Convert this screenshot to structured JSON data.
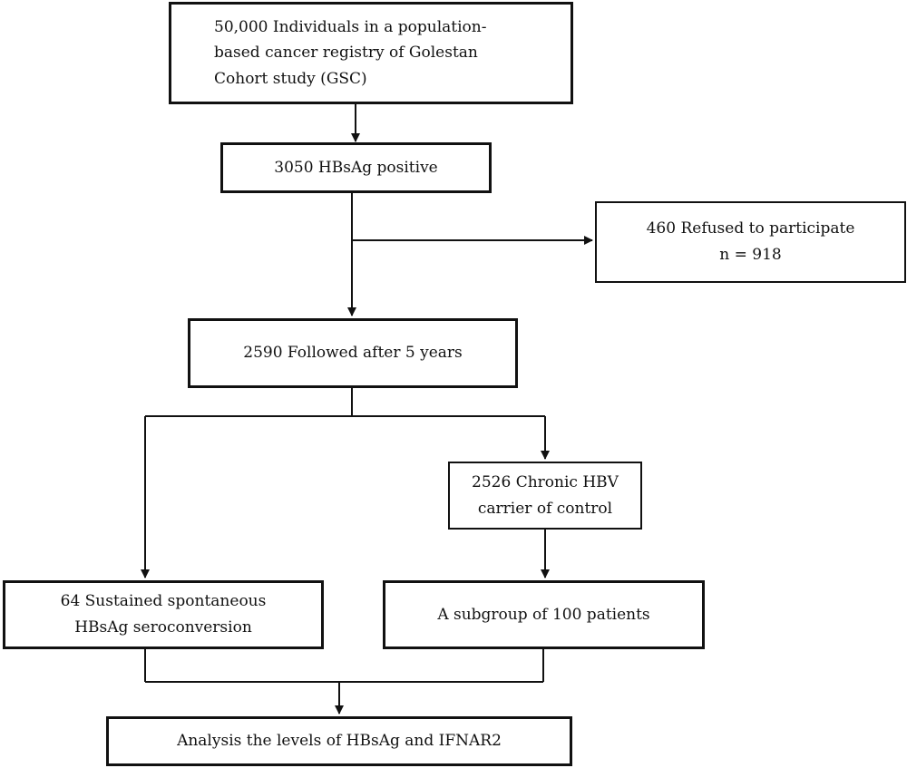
{
  "boxes": {
    "registry": {
      "lines": [
        "50,000 Individuals in a population-",
        "based cancer registry of Golestan",
        "Cohort study (GSC)"
      ]
    },
    "hbsag_positive": {
      "lines": [
        "3050 HBsAg positive"
      ]
    },
    "refused": {
      "lines": [
        "460 Refused to participate",
        "n = 918"
      ]
    },
    "followed": {
      "lines": [
        "2590 Followed after 5 years"
      ]
    },
    "chronic_carrier": {
      "lines": [
        "2526 Chronic HBV",
        "carrier of control"
      ]
    },
    "seroconversion": {
      "lines": [
        "64 Sustained spontaneous",
        "HBsAg seroconversion"
      ]
    },
    "subgroup": {
      "lines": [
        "A subgroup of 100 patients"
      ]
    },
    "analysis": {
      "lines": [
        "Analysis the levels of HBsAg and IFNAR2"
      ]
    }
  },
  "colors": {
    "stroke": "#111111",
    "background": "#ffffff"
  }
}
